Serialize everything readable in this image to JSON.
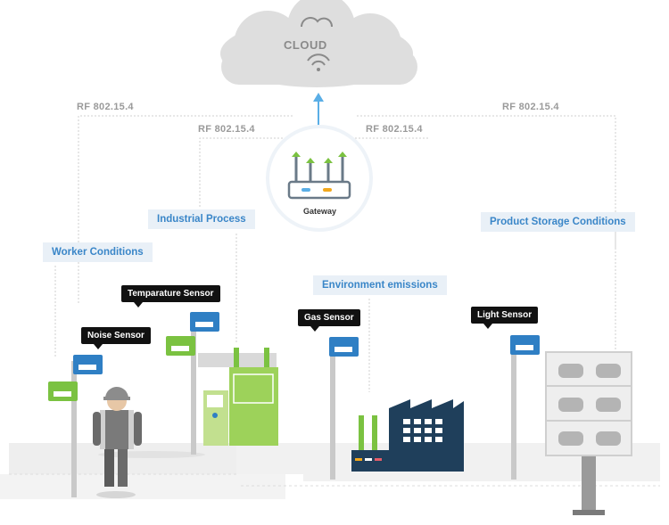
{
  "cloud": {
    "label": "CLOUD"
  },
  "gateway": {
    "label": "Gateway"
  },
  "rf_labels": [
    "RF 802.15.4",
    "RF 802.15.4",
    "RF 802.15.4",
    "RF 802.15.4"
  ],
  "categories": {
    "worker": "Worker Conditions",
    "industrial": "Industrial Process",
    "environment": "Environment emissions",
    "storage": "Product Storage Conditions"
  },
  "sensors": {
    "noise": "Noise Sensor",
    "temperature": "Temparature Sensor",
    "gas": "Gas Sensor",
    "light": "Light Sensor"
  },
  "colors": {
    "accent": "#3a86c8",
    "green": "#7bc241",
    "sensor_blue": "#2f7fc4",
    "cloud": "#dcdcdc"
  }
}
